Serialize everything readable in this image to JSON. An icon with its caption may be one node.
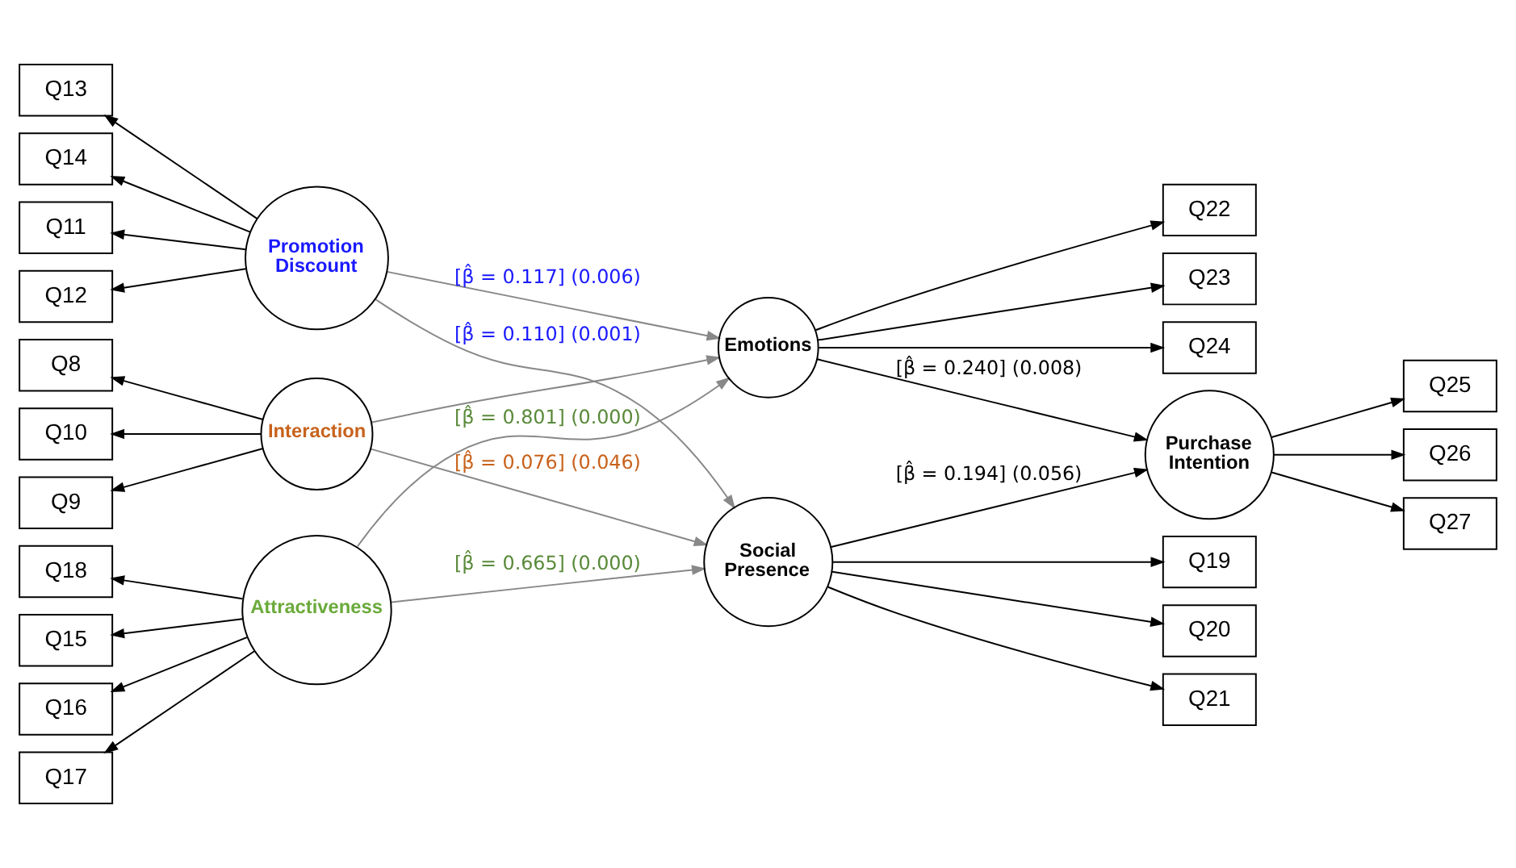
{
  "diagram": {
    "nodes": [
      {
        "text": [
          "Q10"
        ]
      },
      {
        "text": [
          "Q9"
        ]
      },
      {
        "text": [
          "Q8"
        ]
      },
      {
        "text": [
          "Interaction"
        ]
      },
      {
        "text": [
          "Q11"
        ]
      },
      {
        "text": [
          "Q12"
        ]
      },
      {
        "text": [
          "Q13"
        ]
      },
      {
        "text": [
          "Q14"
        ]
      },
      {
        "text": [
          "Promotion Discount"
        ]
      },
      {
        "text": [
          "Q15"
        ]
      },
      {
        "text": [
          "Q16"
        ]
      },
      {
        "text": [
          "Q17"
        ]
      },
      {
        "text": [
          "Q18"
        ]
      },
      {
        "text": [
          "Attractiveness"
        ]
      },
      {
        "text": [
          "Q19"
        ]
      },
      {
        "text": [
          "Q20"
        ]
      },
      {
        "text": [
          "Q21"
        ]
      },
      {
        "text": [
          "Social Presence"
        ]
      },
      {
        "text": [
          "Emotions"
        ]
      },
      {
        "text": [
          "Q22"
        ]
      },
      {
        "text": [
          "Q23"
        ]
      },
      {
        "text": [
          "Q24"
        ]
      },
      {
        "text": [
          "Purchase Intention"
        ]
      },
      {
        "text": [
          "Q25"
        ]
      },
      {
        "text": [
          "Q26"
        ]
      },
      {
        "text": [
          "Q27"
        ]
      }
    ],
    "edges": [
      {
        "from": 3,
        "to": 0,
        "arrow": "to"
      },
      {
        "from": 3,
        "to": 1,
        "arrow": "to"
      },
      {
        "from": 3,
        "to": 2,
        "arrow": "to"
      },
      {
        "from": 8,
        "to": 4,
        "arrow": "to"
      },
      {
        "from": 8,
        "to": 5,
        "arrow": "to"
      },
      {
        "from": 8,
        "to": 6,
        "arrow": "to"
      },
      {
        "from": 8,
        "to": 7,
        "arrow": "to"
      },
      {
        "from": 13,
        "to": 9,
        "arrow": "to"
      },
      {
        "from": 13,
        "to": 10,
        "arrow": "to"
      },
      {
        "from": 13,
        "to": 11,
        "arrow": "to"
      },
      {
        "from": 13,
        "to": 12,
        "arrow": "to"
      },
      {
        "from": 17,
        "to": 14,
        "arrow": "to"
      },
      {
        "from": 17,
        "to": 15,
        "arrow": "to"
      },
      {
        "from": 17,
        "to": 16,
        "arrow": "to"
      },
      {
        "from": 18,
        "to": 19,
        "arrow": "to"
      },
      {
        "from": 18,
        "to": 20,
        "arrow": "to"
      },
      {
        "from": 18,
        "to": 21,
        "arrow": "to"
      },
      {
        "from": 22,
        "to": 23,
        "arrow": "to"
      },
      {
        "from": 22,
        "to": 24,
        "arrow": "to"
      },
      {
        "from": 22,
        "to": 25,
        "arrow": "to"
      },
      {
        "from": 3,
        "to": 17,
        "arrow": "to",
        "color": "#888888",
        "label": "[β̂ = 0.076] (0.046)"
      },
      {
        "from": 3,
        "to": 18,
        "arrow": "to",
        "color": "#888888"
      },
      {
        "from": 8,
        "to": 17,
        "arrow": "to",
        "color": "#888888",
        "label": "[β̂ = 0.110] (0.001)"
      },
      {
        "from": 8,
        "to": 18,
        "arrow": "to",
        "color": "#888888",
        "label": "[β̂ = 0.117] (0.006)"
      },
      {
        "from": 13,
        "to": 17,
        "arrow": "to",
        "color": "#888888",
        "label": "[β̂ = 0.665] (0.000)"
      },
      {
        "from": 13,
        "to": 18,
        "arrow": "to",
        "color": "#888888",
        "label": "[β̂ = 0.801] (0.000)"
      },
      {
        "from": 17,
        "to": 22,
        "arrow": "to",
        "label": "[β̂ = 0.194] (0.056)"
      },
      {
        "from": 18,
        "to": 22,
        "arrow": "to",
        "label": "[β̂ = 0.240] (0.008)"
      }
    ]
  }
}
